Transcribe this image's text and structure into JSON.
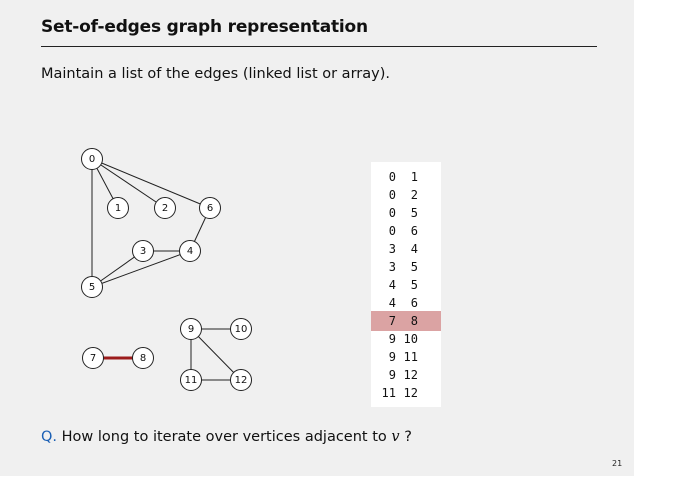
{
  "title": "Set-of-edges graph representation",
  "subtitle": "Maintain a list of the edges (linked list or array).",
  "graph": {
    "vertices": [
      "0",
      "1",
      "2",
      "3",
      "4",
      "5",
      "6",
      "7",
      "8",
      "9",
      "10",
      "11",
      "12"
    ],
    "edges": [
      {
        "u": "0",
        "v": "1"
      },
      {
        "u": "0",
        "v": "2"
      },
      {
        "u": "0",
        "v": "5"
      },
      {
        "u": "0",
        "v": "6"
      },
      {
        "u": "3",
        "v": "4"
      },
      {
        "u": "3",
        "v": "5"
      },
      {
        "u": "4",
        "v": "5"
      },
      {
        "u": "4",
        "v": "6"
      },
      {
        "u": "7",
        "v": "8",
        "highlighted": true
      },
      {
        "u": "9",
        "v": "10"
      },
      {
        "u": "9",
        "v": "11"
      },
      {
        "u": "9",
        "v": "12"
      },
      {
        "u": "11",
        "v": "12"
      }
    ]
  },
  "edge_list": [
    {
      "a": "0",
      "b": "1"
    },
    {
      "a": "0",
      "b": "2"
    },
    {
      "a": "0",
      "b": "5"
    },
    {
      "a": "0",
      "b": "6"
    },
    {
      "a": "3",
      "b": "4"
    },
    {
      "a": "3",
      "b": "5"
    },
    {
      "a": "4",
      "b": "5"
    },
    {
      "a": "4",
      "b": "6"
    },
    {
      "a": "7",
      "b": "8",
      "highlighted": true
    },
    {
      "a": "9",
      "b": "10"
    },
    {
      "a": "9",
      "b": "11"
    },
    {
      "a": "9",
      "b": "12"
    },
    {
      "a": "11",
      "b": "12"
    }
  ],
  "question": {
    "prefix": "Q.",
    "text": "How long to iterate over vertices adjacent to",
    "variable": "v",
    "suffix": "?"
  },
  "page_number": "21",
  "colors": {
    "highlight_edge": "#9b1b1b",
    "highlight_row": "#dba3a3",
    "question_prefix": "#1a5fb4"
  }
}
